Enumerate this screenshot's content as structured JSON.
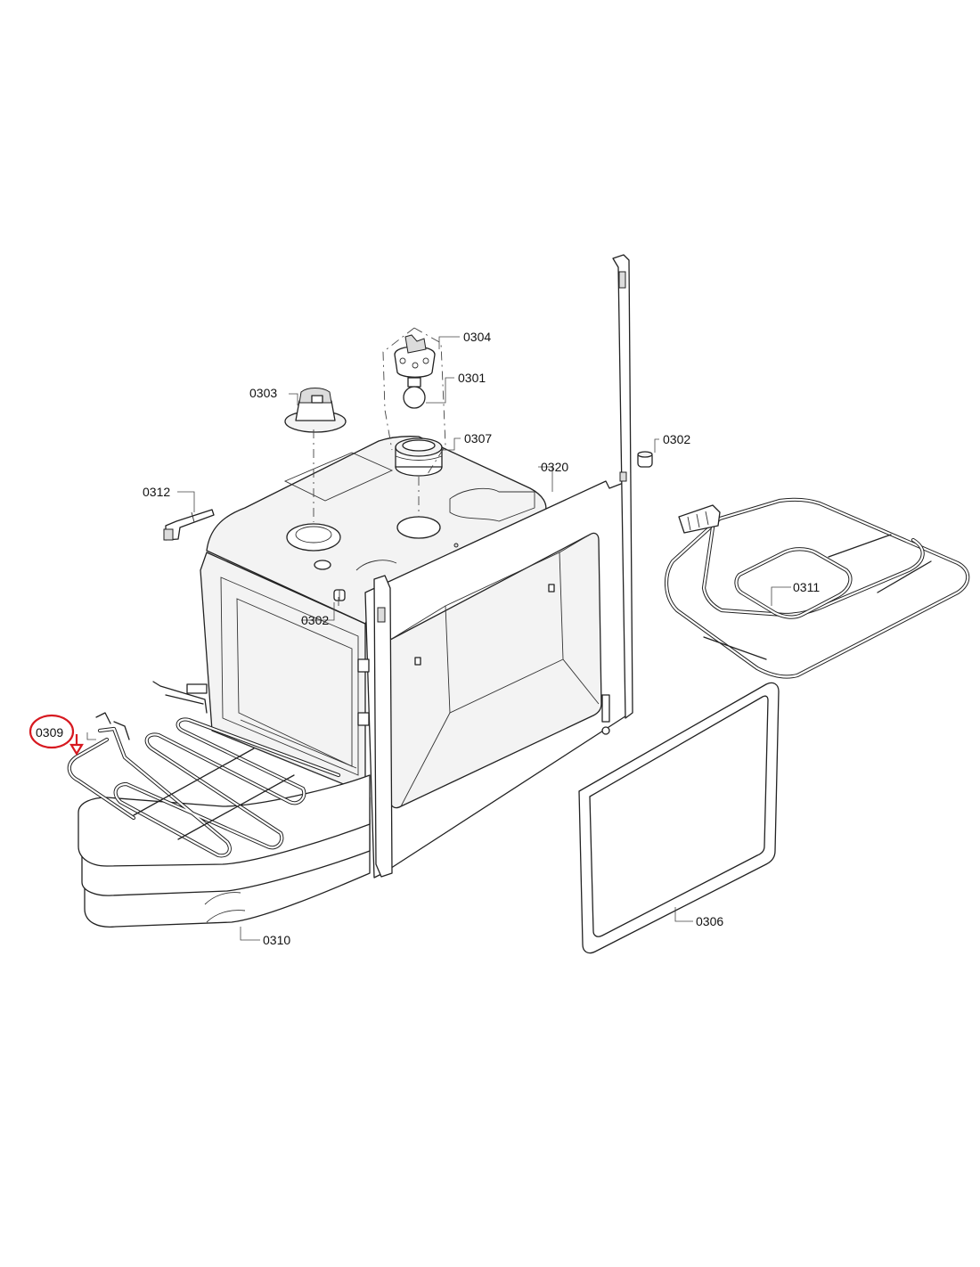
{
  "labels": {
    "p0301": "0301",
    "p0302_top": "0302",
    "p0302_side": "0302",
    "p0303": "0303",
    "p0304": "0304",
    "p0306": "0306",
    "p0307": "0307",
    "p0309": "0309",
    "p0310": "0310",
    "p0311": "0311",
    "p0312": "0312",
    "p0320": "0320"
  },
  "highlight": {
    "part": "0309",
    "color": "#d71920"
  }
}
